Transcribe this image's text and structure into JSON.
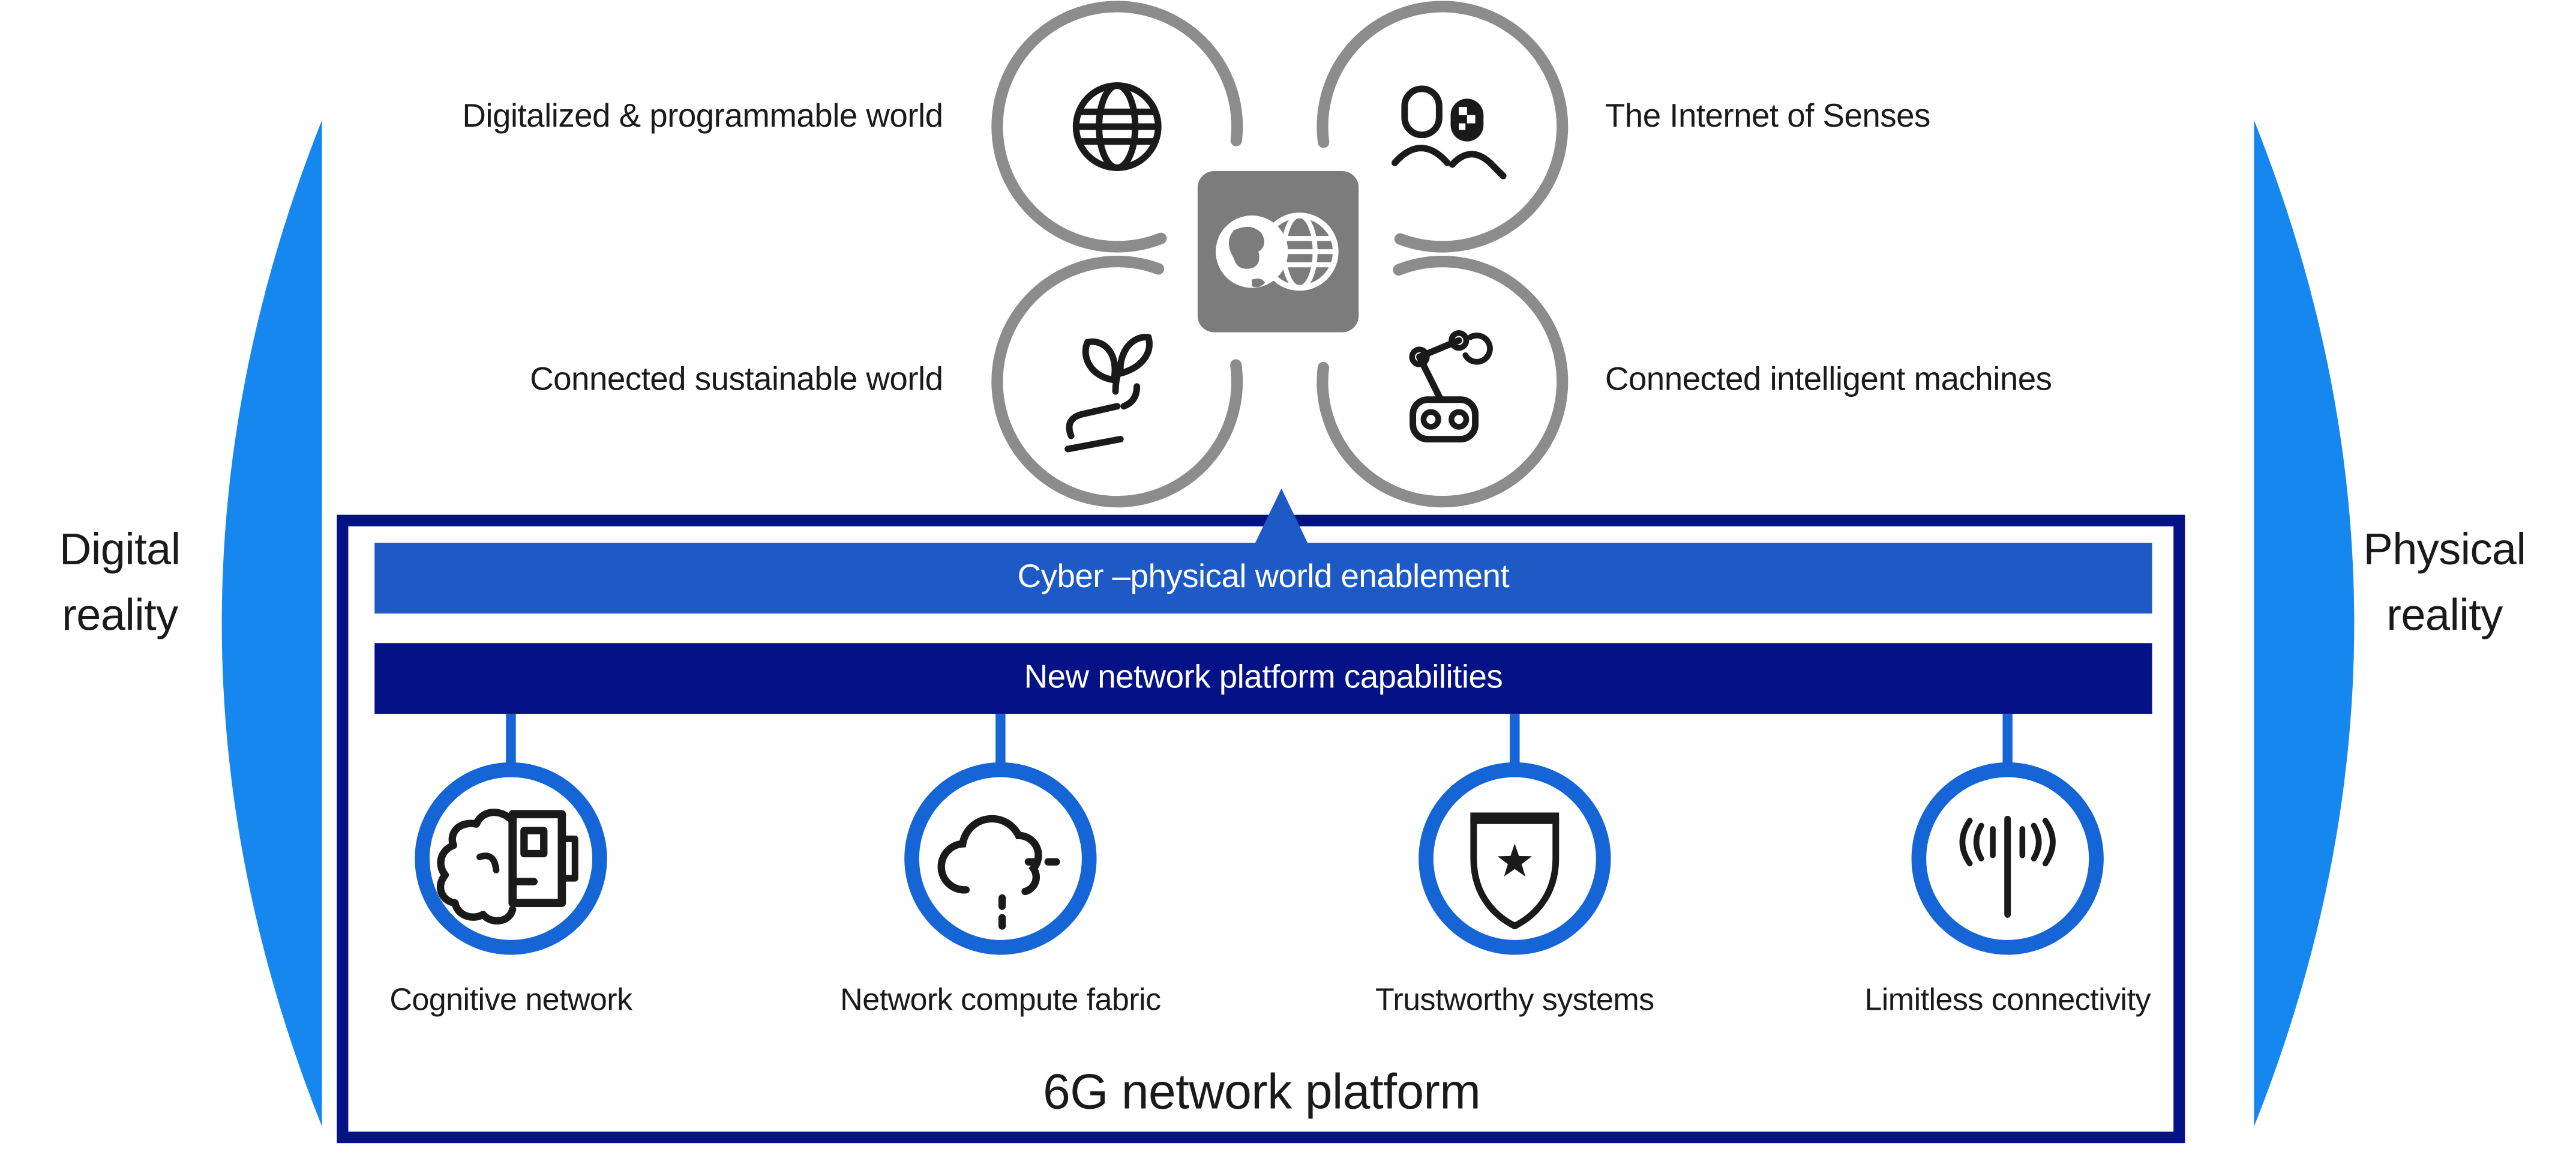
{
  "colors": {
    "crescent_blue": "#1787F0",
    "bar_medium_blue": "#1E5AC6",
    "ring_blue": "#1565D6",
    "navy": "#041285",
    "arc_gray": "#8C8C8C",
    "core_square_gray": "#7C7C7C",
    "icon_black": "#1A1A1A",
    "text_black": "#1A1A1A",
    "white": "#FFFFFF"
  },
  "future_worlds": {
    "top_left_label": "Digitalized & programmable world",
    "top_right_label": "The Internet of Senses",
    "bottom_left_label": "Connected sustainable world",
    "bottom_right_label": "Connected intelligent machines",
    "center_icon": "cyber-physical-worlds-icon"
  },
  "side_labels": {
    "left_line1": "Digital",
    "left_line2": "reality",
    "right_line1": "Physical",
    "right_line2": "reality"
  },
  "platform": {
    "enablement_bar_label": "Cyber –physical world enablement",
    "capabilities_bar_label": "New network platform capabilities",
    "capabilities": [
      {
        "label": "Cognitive network",
        "icon": "brain-chip-icon"
      },
      {
        "label": "Network compute fabric",
        "icon": "cloud-compute-icon"
      },
      {
        "label": "Trustworthy systems",
        "icon": "shield-star-icon"
      },
      {
        "label": "Limitless connectivity",
        "icon": "antenna-icon"
      }
    ],
    "title": "6G network platform"
  }
}
